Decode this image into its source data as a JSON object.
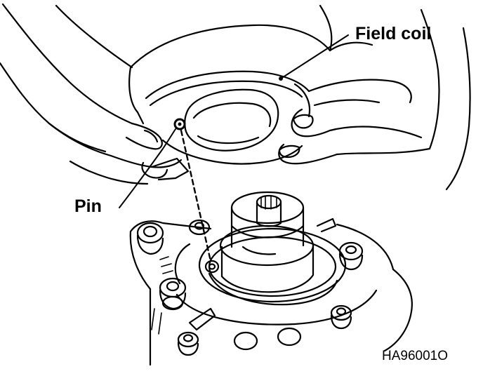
{
  "labels": {
    "field_coil": "Field coil",
    "pin": "Pin",
    "figure_code": "HA96001O"
  },
  "colors": {
    "ink": "#000000",
    "paper": "#ffffff"
  }
}
